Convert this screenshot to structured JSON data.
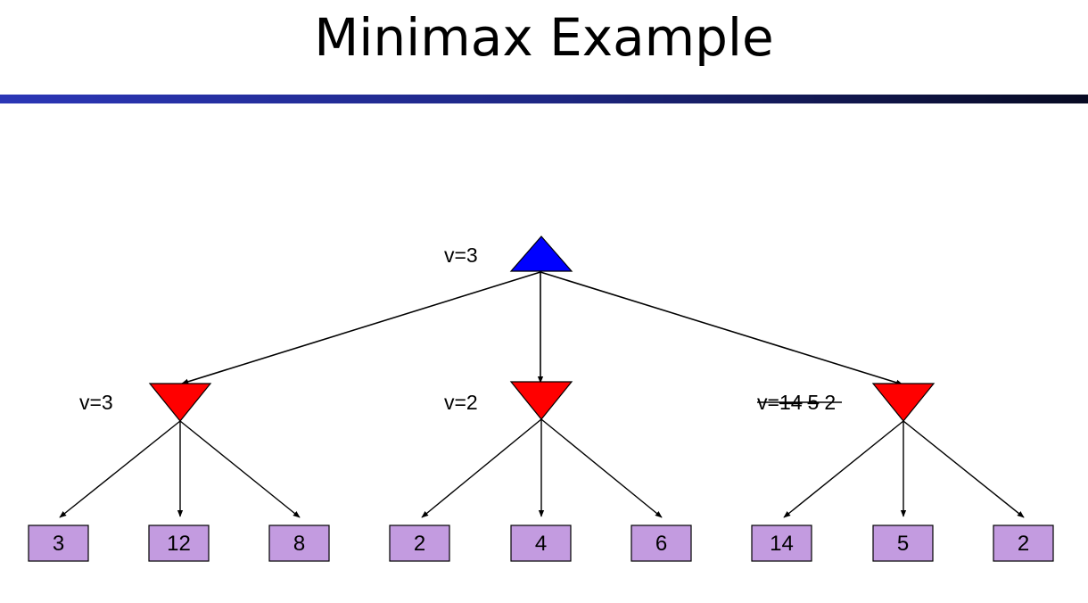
{
  "slide": {
    "title": "Minimax Example"
  },
  "colors": {
    "max_node": "#0000ff",
    "min_node": "#ff0000",
    "leaf": "#c39be0",
    "edge": "#000000",
    "title_rule": "#1e2784"
  },
  "tree": {
    "root": {
      "type": "max",
      "label": "v=3"
    },
    "min_nodes": [
      {
        "label": "v=3",
        "leaves": [
          "3",
          "12",
          "8"
        ]
      },
      {
        "label": "v=2",
        "leaves": [
          "2",
          "4",
          "6"
        ]
      },
      {
        "label_prefix": "v=",
        "label_struck": [
          "14",
          "5"
        ],
        "label_final": "2",
        "leaves": [
          "14",
          "5",
          "2"
        ]
      }
    ]
  }
}
